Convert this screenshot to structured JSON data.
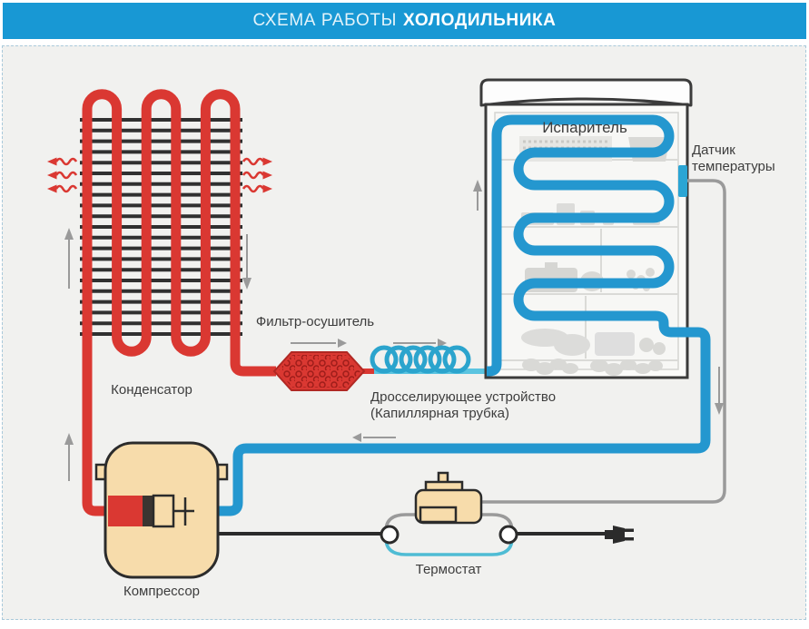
{
  "title": {
    "prefix": "СХЕМА РАБОТЫ",
    "emphasis": "ХОЛОДИЛЬНИКА"
  },
  "diagram": {
    "labels": {
      "condenser": "Конденсатор",
      "compressor": "Компрессор",
      "filter_drier": "Фильтр-осушитель",
      "throttle_line1": "Дросселирующее устройство",
      "throttle_line2": "(Капиллярная трубка)",
      "evaporator": "Испаритель",
      "temp_sensor_line1": "Датчик",
      "temp_sensor_line2": "температуры",
      "thermostat": "Термостат"
    }
  },
  "colors": {
    "title_bar_blue": "#1898d4",
    "hot_red": "#da3832",
    "cold_blue": "#2497cf",
    "capillary_cyan": "#5bc4e0",
    "coil_blue": "#2ba4cd",
    "sensor_blue": "#2ba5d4",
    "thermostat_loop_teal": "#4fbcd4",
    "component_beige": "#f7dcab",
    "outline_dark": "#2b2b2b",
    "fin_dark": "#303030",
    "flow_arrow_gray": "#9a9a9a",
    "background": "#f1f1ef",
    "text": "#3d3d3d"
  }
}
